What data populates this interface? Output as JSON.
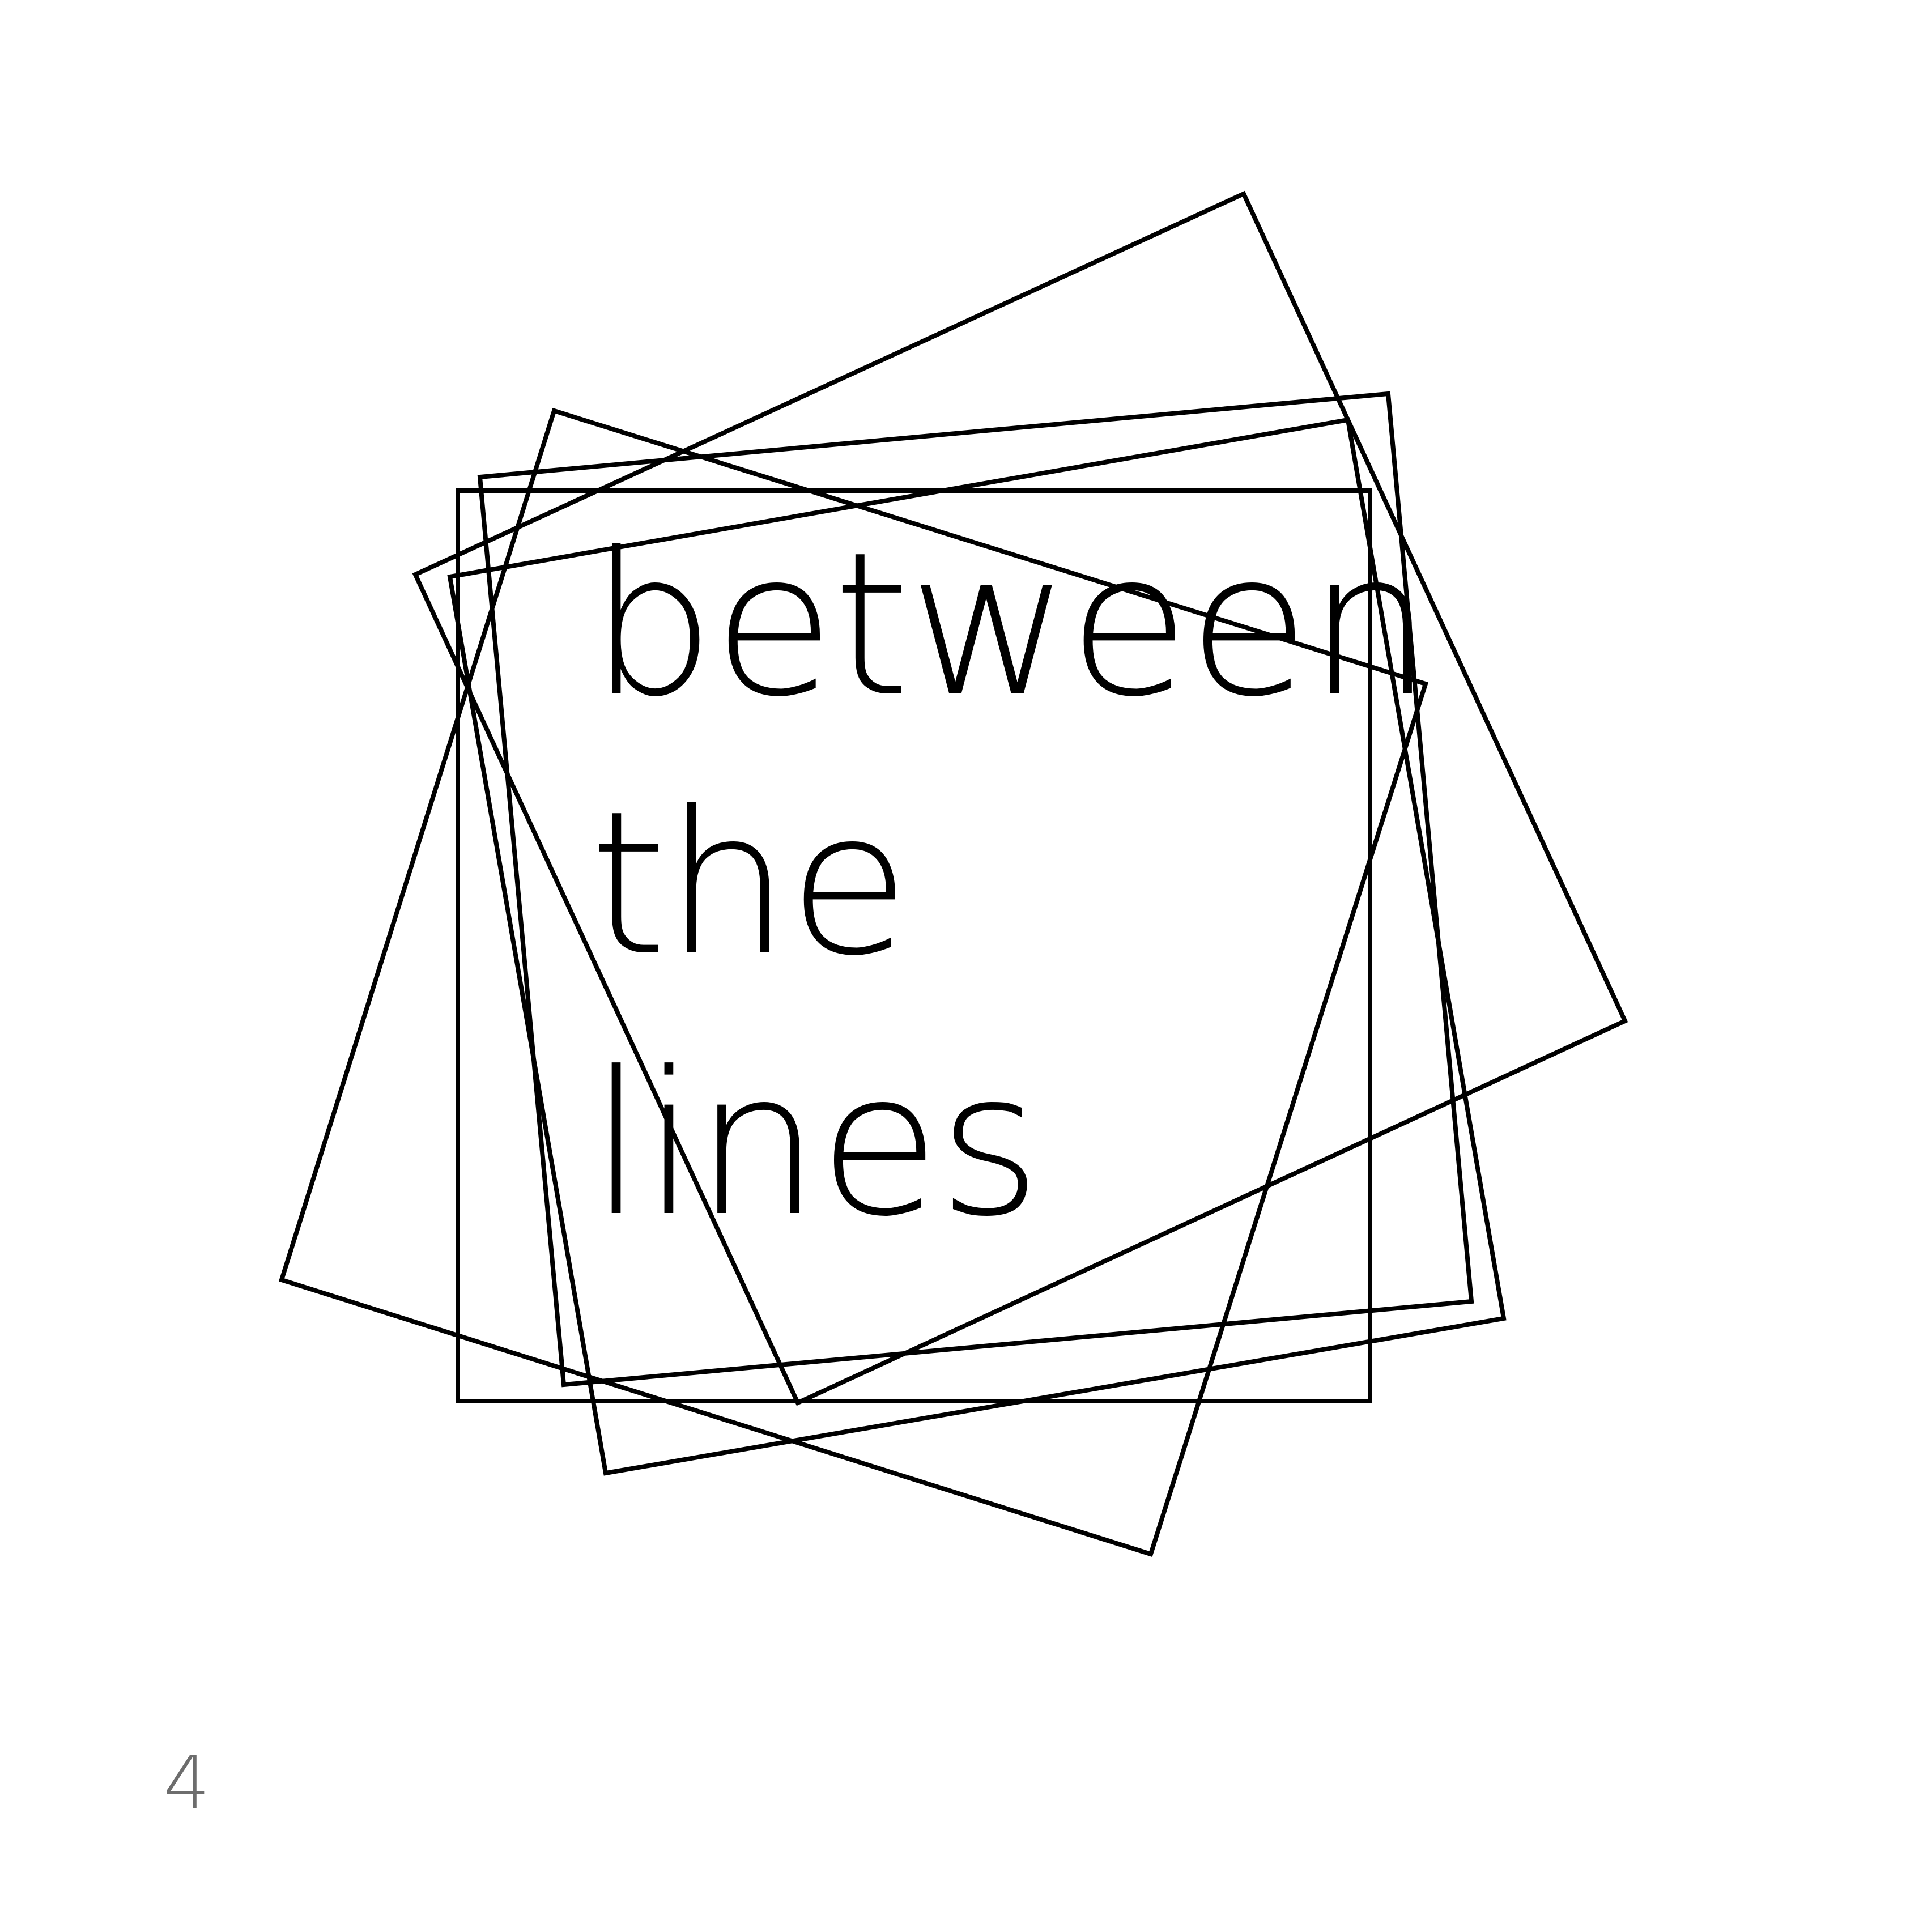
{
  "title": {
    "lines": [
      "between",
      "the",
      "lines"
    ]
  },
  "page_number": "4",
  "colors": {
    "ink": "#000000",
    "page_number": "#6d6d6d",
    "background": "#ffffff"
  }
}
